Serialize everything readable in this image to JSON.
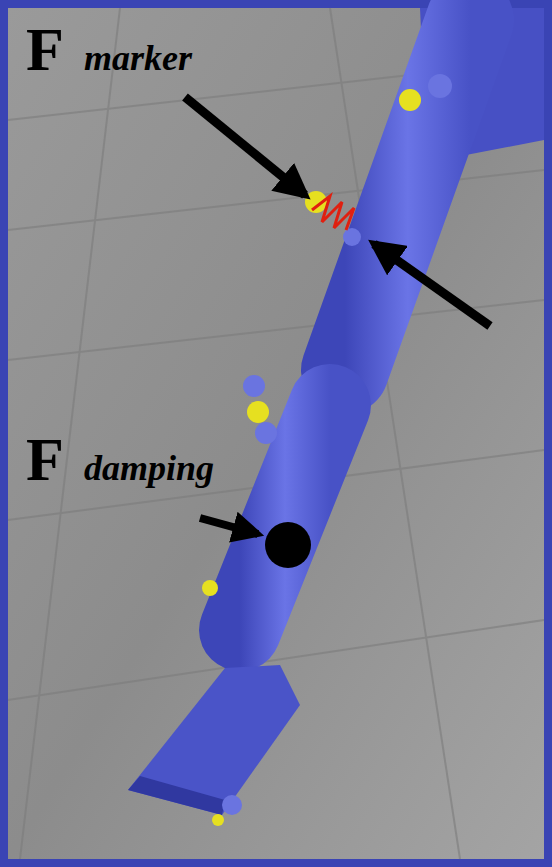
{
  "diagram": {
    "labels": [
      "F",
      "marker",
      "F",
      "damping"
    ]
  }
}
